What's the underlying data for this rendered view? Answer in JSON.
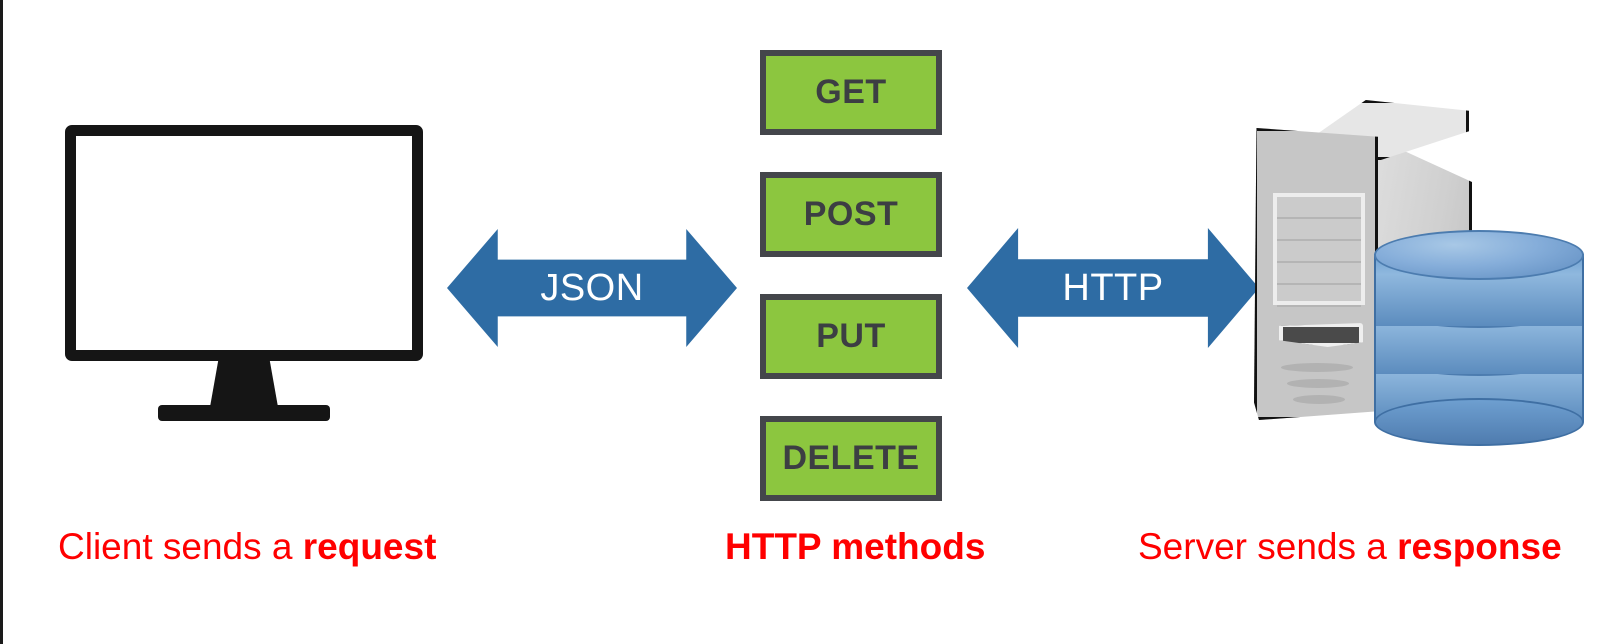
{
  "diagram": {
    "title": "HTTP client-server request/response diagram",
    "colors": {
      "method_box_fill": "#8CC63F",
      "method_box_border": "#44464B",
      "arrow_blue": "#2E6CA4",
      "caption_red": "#FF0000",
      "monitor_black": "#151515",
      "server_gray": "#C6C6C6",
      "database_blue": "#6E9FD0"
    }
  },
  "client": {
    "icon_name": "desktop-monitor-icon",
    "caption_prefix": "Client sends a ",
    "caption_bold": "request"
  },
  "arrows": [
    {
      "name": "json-arrow",
      "label": "JSON",
      "direction": "bidirectional"
    },
    {
      "name": "http-arrow",
      "label": "HTTP",
      "direction": "bidirectional"
    }
  ],
  "methods": {
    "caption": "HTTP methods",
    "items": [
      {
        "label": "GET"
      },
      {
        "label": "POST"
      },
      {
        "label": "PUT"
      },
      {
        "label": "DELETE"
      }
    ]
  },
  "server": {
    "icon_name": "server-tower-database-icon",
    "caption_prefix": "Server sends a ",
    "caption_bold": "response"
  }
}
